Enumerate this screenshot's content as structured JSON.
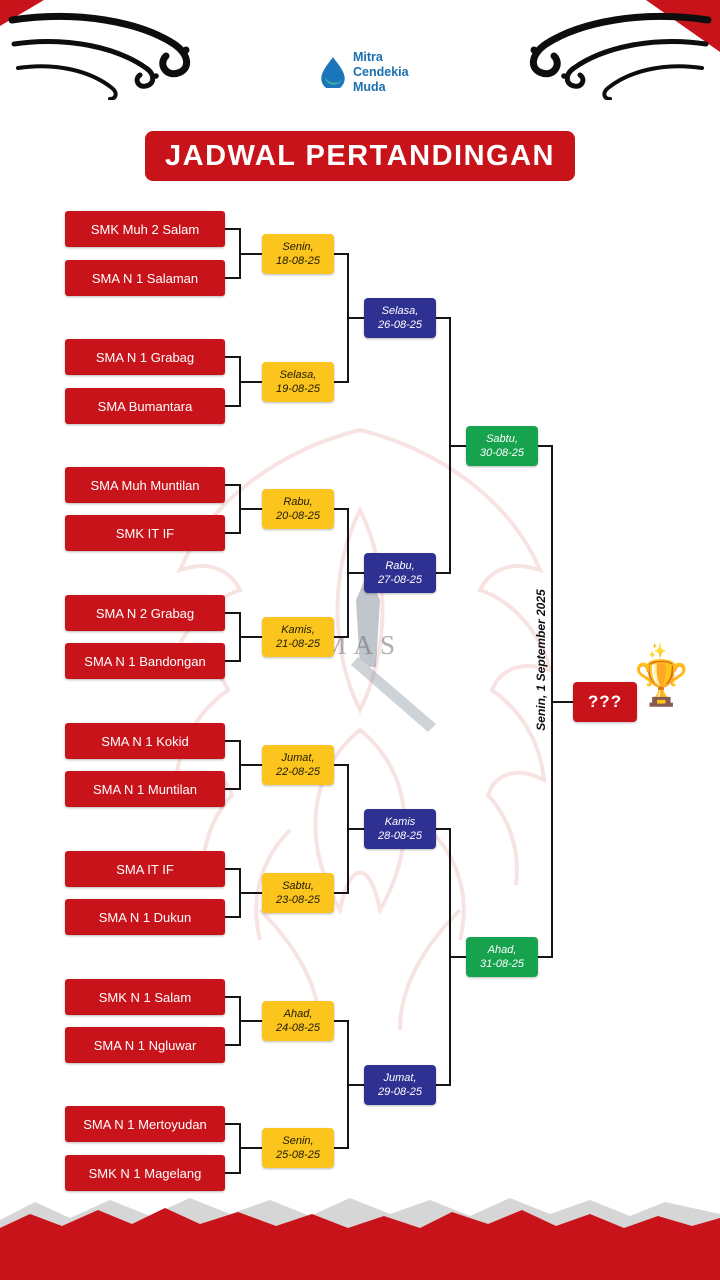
{
  "logo": {
    "name_lines": [
      "Mitra",
      "Cendekia",
      "Muda"
    ]
  },
  "title": "JADWAL PERTANDINGAN",
  "bracket": {
    "teams": [
      "SMK Muh 2 Salam",
      "SMA N 1 Salaman",
      "SMA N 1 Grabag",
      "SMA Bumantara",
      "SMA Muh Muntilan",
      "SMK IT IF",
      "SMA N 2 Grabag",
      "SMA N 1 Bandongan",
      "SMA N 1 Kokid",
      "SMA N 1 Muntilan",
      "SMA IT IF",
      "SMA N 1 Dukun",
      "SMK N 1 Salam",
      "SMA N 1 Ngluwar",
      "SMA N 1 Mertoyudan",
      "SMK N 1 Magelang"
    ],
    "round1": [
      {
        "day": "Senin,",
        "date": "18-08-25"
      },
      {
        "day": "Selasa,",
        "date": "19-08-25"
      },
      {
        "day": "Rabu,",
        "date": "20-08-25"
      },
      {
        "day": "Kamis,",
        "date": "21-08-25"
      },
      {
        "day": "Jumat,",
        "date": "22-08-25"
      },
      {
        "day": "Sabtu,",
        "date": "23-08-25"
      },
      {
        "day": "Ahad,",
        "date": "24-08-25"
      },
      {
        "day": "Senin,",
        "date": "25-08-25"
      }
    ],
    "round2": [
      {
        "day": "Selasa,",
        "date": "26-08-25"
      },
      {
        "day": "Rabu,",
        "date": "27-08-25"
      },
      {
        "day": "Kamis",
        "date": "28-08-25"
      },
      {
        "day": "Jumat,",
        "date": "29-08-25"
      }
    ],
    "round3": [
      {
        "day": "Sabtu,",
        "date": "30-08-25"
      },
      {
        "day": "Ahad,",
        "date": "31-08-25"
      }
    ],
    "final": {
      "label": "Senin, 1 September 2025",
      "placeholder": "???",
      "trophy": "🏆",
      "sparkles": "✨"
    }
  },
  "watermark": {
    "text": "OMAS"
  },
  "colors": {
    "red": "#c9131a",
    "yellow": "#fbc51d",
    "blue": "#2e3192",
    "green": "#17a24e"
  }
}
